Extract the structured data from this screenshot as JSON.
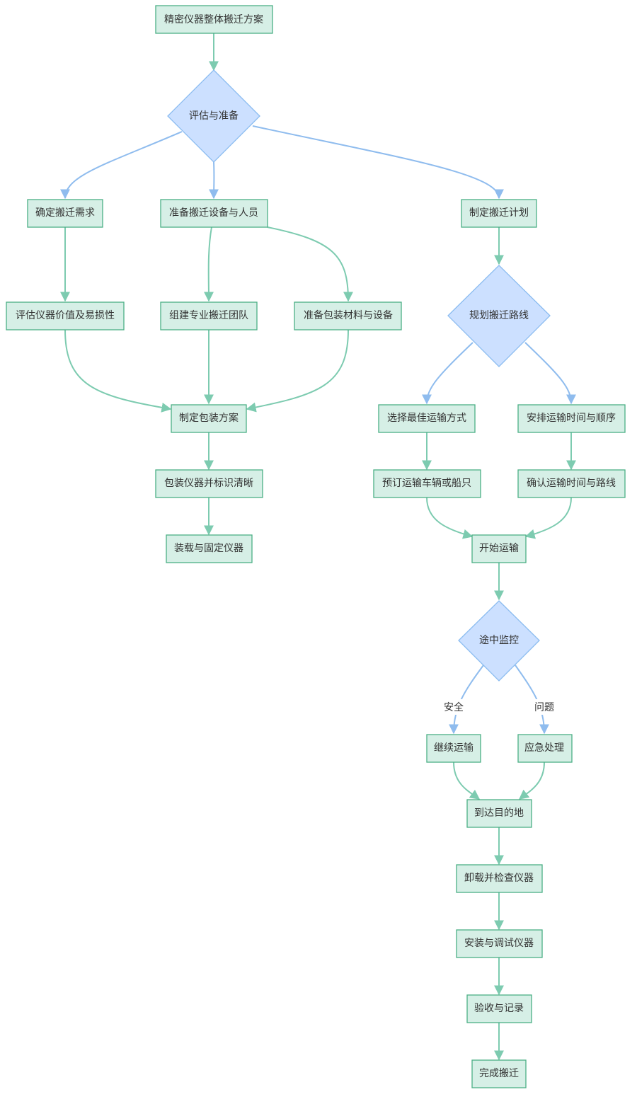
{
  "colors": {
    "box_fill": "#d6efe6",
    "box_stroke": "#4caf85",
    "diamond_fill": "#cce0ff",
    "diamond_stroke": "#8bbcf0",
    "edge_from_box": "#7dcbb0",
    "edge_from_diamond": "#8fbcee",
    "text": "#333333"
  },
  "nodes": {
    "start": "精密仪器整体搬迁方案",
    "assess": "评估与准备",
    "needs": "确定搬迁需求",
    "prep": "准备搬迁设备与人员",
    "plan": "制定搬迁计划",
    "value": "评估仪器价值及易损性",
    "team": "组建专业搬迁团队",
    "materials": "准备包装材料与设备",
    "route": "规划搬迁路线",
    "packplan": "制定包装方案",
    "mode": "选择最佳运输方式",
    "schedule": "安排运输时间与顺序",
    "label": "包装仪器并标识清晰",
    "book": "预订运输车辆或船只",
    "confirm": "确认运输时间与路线",
    "load": "装载与固定仪器",
    "transport": "开始运输",
    "monitor": "途中监控",
    "continue": "继续运输",
    "emergency": "应急处理",
    "arrive": "到达目的地",
    "unload": "卸载并检查仪器",
    "install": "安装与调试仪器",
    "accept": "验收与记录",
    "done": "完成搬迁"
  },
  "edge_labels": {
    "safe": "安全",
    "problem": "问题"
  }
}
